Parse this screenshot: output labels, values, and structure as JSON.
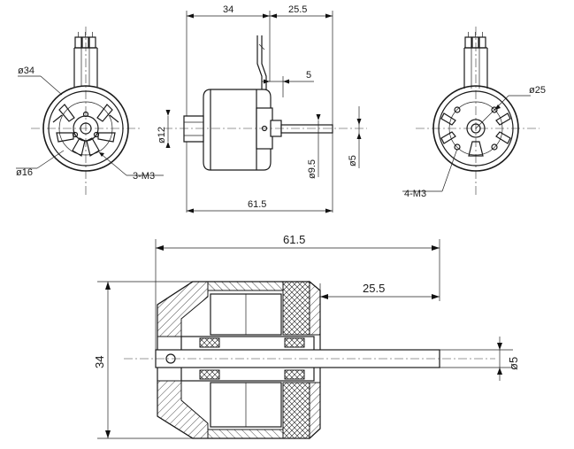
{
  "front_view": {
    "dia_outer": "ø34",
    "dia_bolt": "ø16",
    "holes": "3-M3"
  },
  "side_view": {
    "len_body": "34",
    "len_shaft": "25.5",
    "len_small": "5",
    "dia_hub": "ø12",
    "dia_collar": "ø9.5",
    "dia_shaft": "ø5",
    "len_total": "61.5"
  },
  "rear_view": {
    "dia_bolt": "ø25",
    "holes": "4-M3"
  },
  "section_view": {
    "len_total": "61.5",
    "len_shaft": "25.5",
    "dia_body": "34",
    "dia_shaft": "ø5"
  }
}
